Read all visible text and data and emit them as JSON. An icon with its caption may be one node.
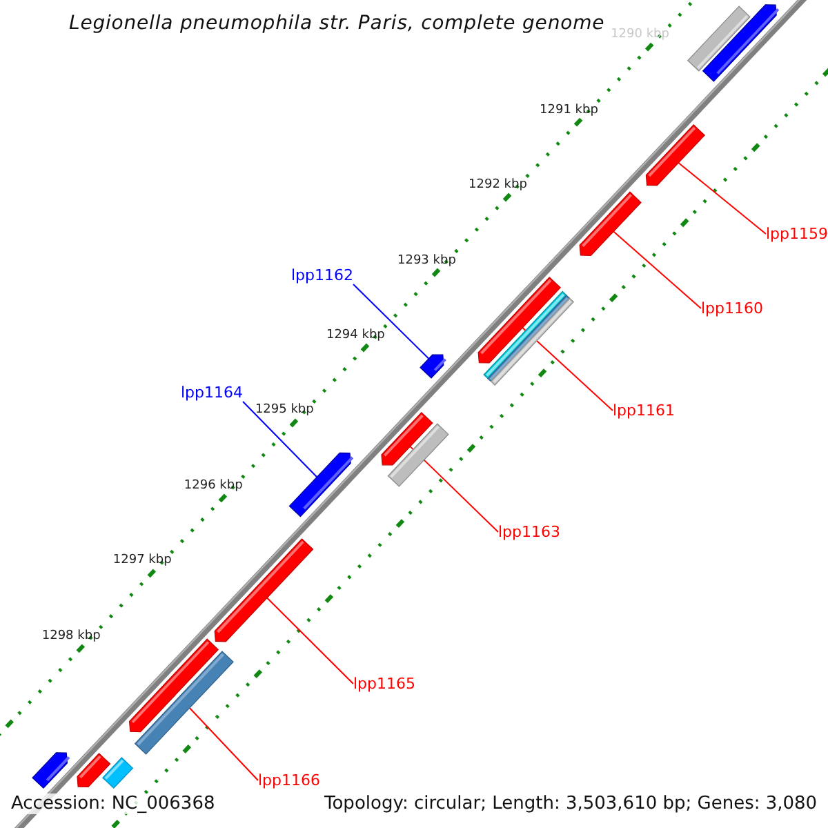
{
  "diagram": {
    "title": "Legionella pneumophila str. Paris, complete genome",
    "nodes": [
      {
        "text": [
          "lpp1159"
        ]
      },
      {
        "text": [
          "lpp1160"
        ]
      },
      {
        "text": [
          "lpp1162"
        ]
      },
      {
        "text": [
          "lpp1161"
        ]
      },
      {
        "text": [
          "lpp1164"
        ]
      },
      {
        "text": [
          "lpp1163"
        ]
      },
      {
        "text": [
          "lpp1165"
        ]
      },
      {
        "text": [
          "lpp1166"
        ]
      },
      {
        "text": [],
        "shape": "bar"
      },
      {
        "text": [],
        "shape": "bar"
      },
      {
        "text": [],
        "shape": "bar"
      },
      {
        "text": [],
        "shape": "bar"
      },
      {
        "text": [],
        "shape": "bar"
      },
      {
        "text": [],
        "shape": "bar"
      },
      {
        "text": [],
        "shape": "bar"
      },
      {
        "text": [],
        "shape": "bar"
      },
      {
        "text": [],
        "shape": "bar"
      },
      {
        "text": [],
        "shape": "bar"
      },
      {
        "text": [],
        "shape": "bar"
      },
      {
        "text": [],
        "shape": "bar"
      },
      {
        "text": [],
        "shape": "bar"
      },
      {
        "text": [],
        "shape": "bar"
      },
      {
        "text": [],
        "shape": "bar"
      },
      {
        "text": [],
        "shape": "bar"
      },
      {
        "text": [],
        "shape": "bar"
      },
      {
        "text": [],
        "shape": "bar"
      }
    ],
    "edges": [
      {
        "from": 0,
        "to": 8,
        "arrow": "none"
      },
      {
        "from": 1,
        "to": 9,
        "arrow": "none"
      },
      {
        "from": 2,
        "to": 10,
        "arrow": "none",
        "color": "#0000ff"
      },
      {
        "from": 3,
        "to": 11,
        "arrow": "none"
      },
      {
        "from": 4,
        "to": 12,
        "arrow": "none",
        "color": "#0000ff"
      },
      {
        "from": 5,
        "to": 13,
        "arrow": "none"
      },
      {
        "from": 6,
        "to": 14,
        "arrow": "none"
      },
      {
        "from": 7,
        "to": 15,
        "arrow": "none"
      }
    ],
    "labels": [
      "1290 kbp",
      "1291 kbp",
      "1292 kbp",
      "1293 kbp",
      "1294 kbp",
      "1295 kbp",
      "1296 kbp",
      "1297 kbp",
      "1298 kbp",
      "Accession: NC_006368",
      "Topology: circular; Length: 3,503,610 bp; Genes: 3,080"
    ]
  }
}
